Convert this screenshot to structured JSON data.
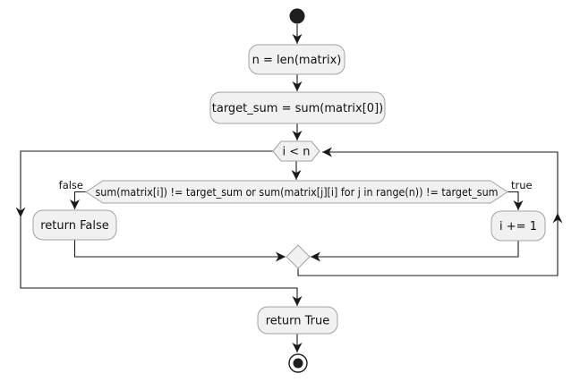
{
  "diagram": {
    "kind": "activity-flowchart",
    "colors": {
      "background": "#ffffff",
      "shape_fill": "#f1f1f1",
      "shape_border": "#a2a2a2",
      "flow_line": "#1a1a1a",
      "text": "#111111"
    },
    "nodes": {
      "start": {
        "shape": "filled-circle"
      },
      "assign_n": {
        "label": "n = len(matrix)"
      },
      "assign_target_sum": {
        "label": "target_sum = sum(matrix[0])"
      },
      "while_condition": {
        "label": "i < n"
      },
      "if_condition": {
        "label": "sum(matrix[i]) != target_sum or sum(matrix[j][i] for j in range(n)) != target_sum"
      },
      "return_false": {
        "label": "return False"
      },
      "increment": {
        "label": "i += 1"
      },
      "return_true": {
        "label": "return True"
      },
      "stop": {
        "shape": "ring-dot-circle"
      }
    },
    "edge_labels": {
      "false_branch": "false",
      "true_branch": "true"
    }
  }
}
